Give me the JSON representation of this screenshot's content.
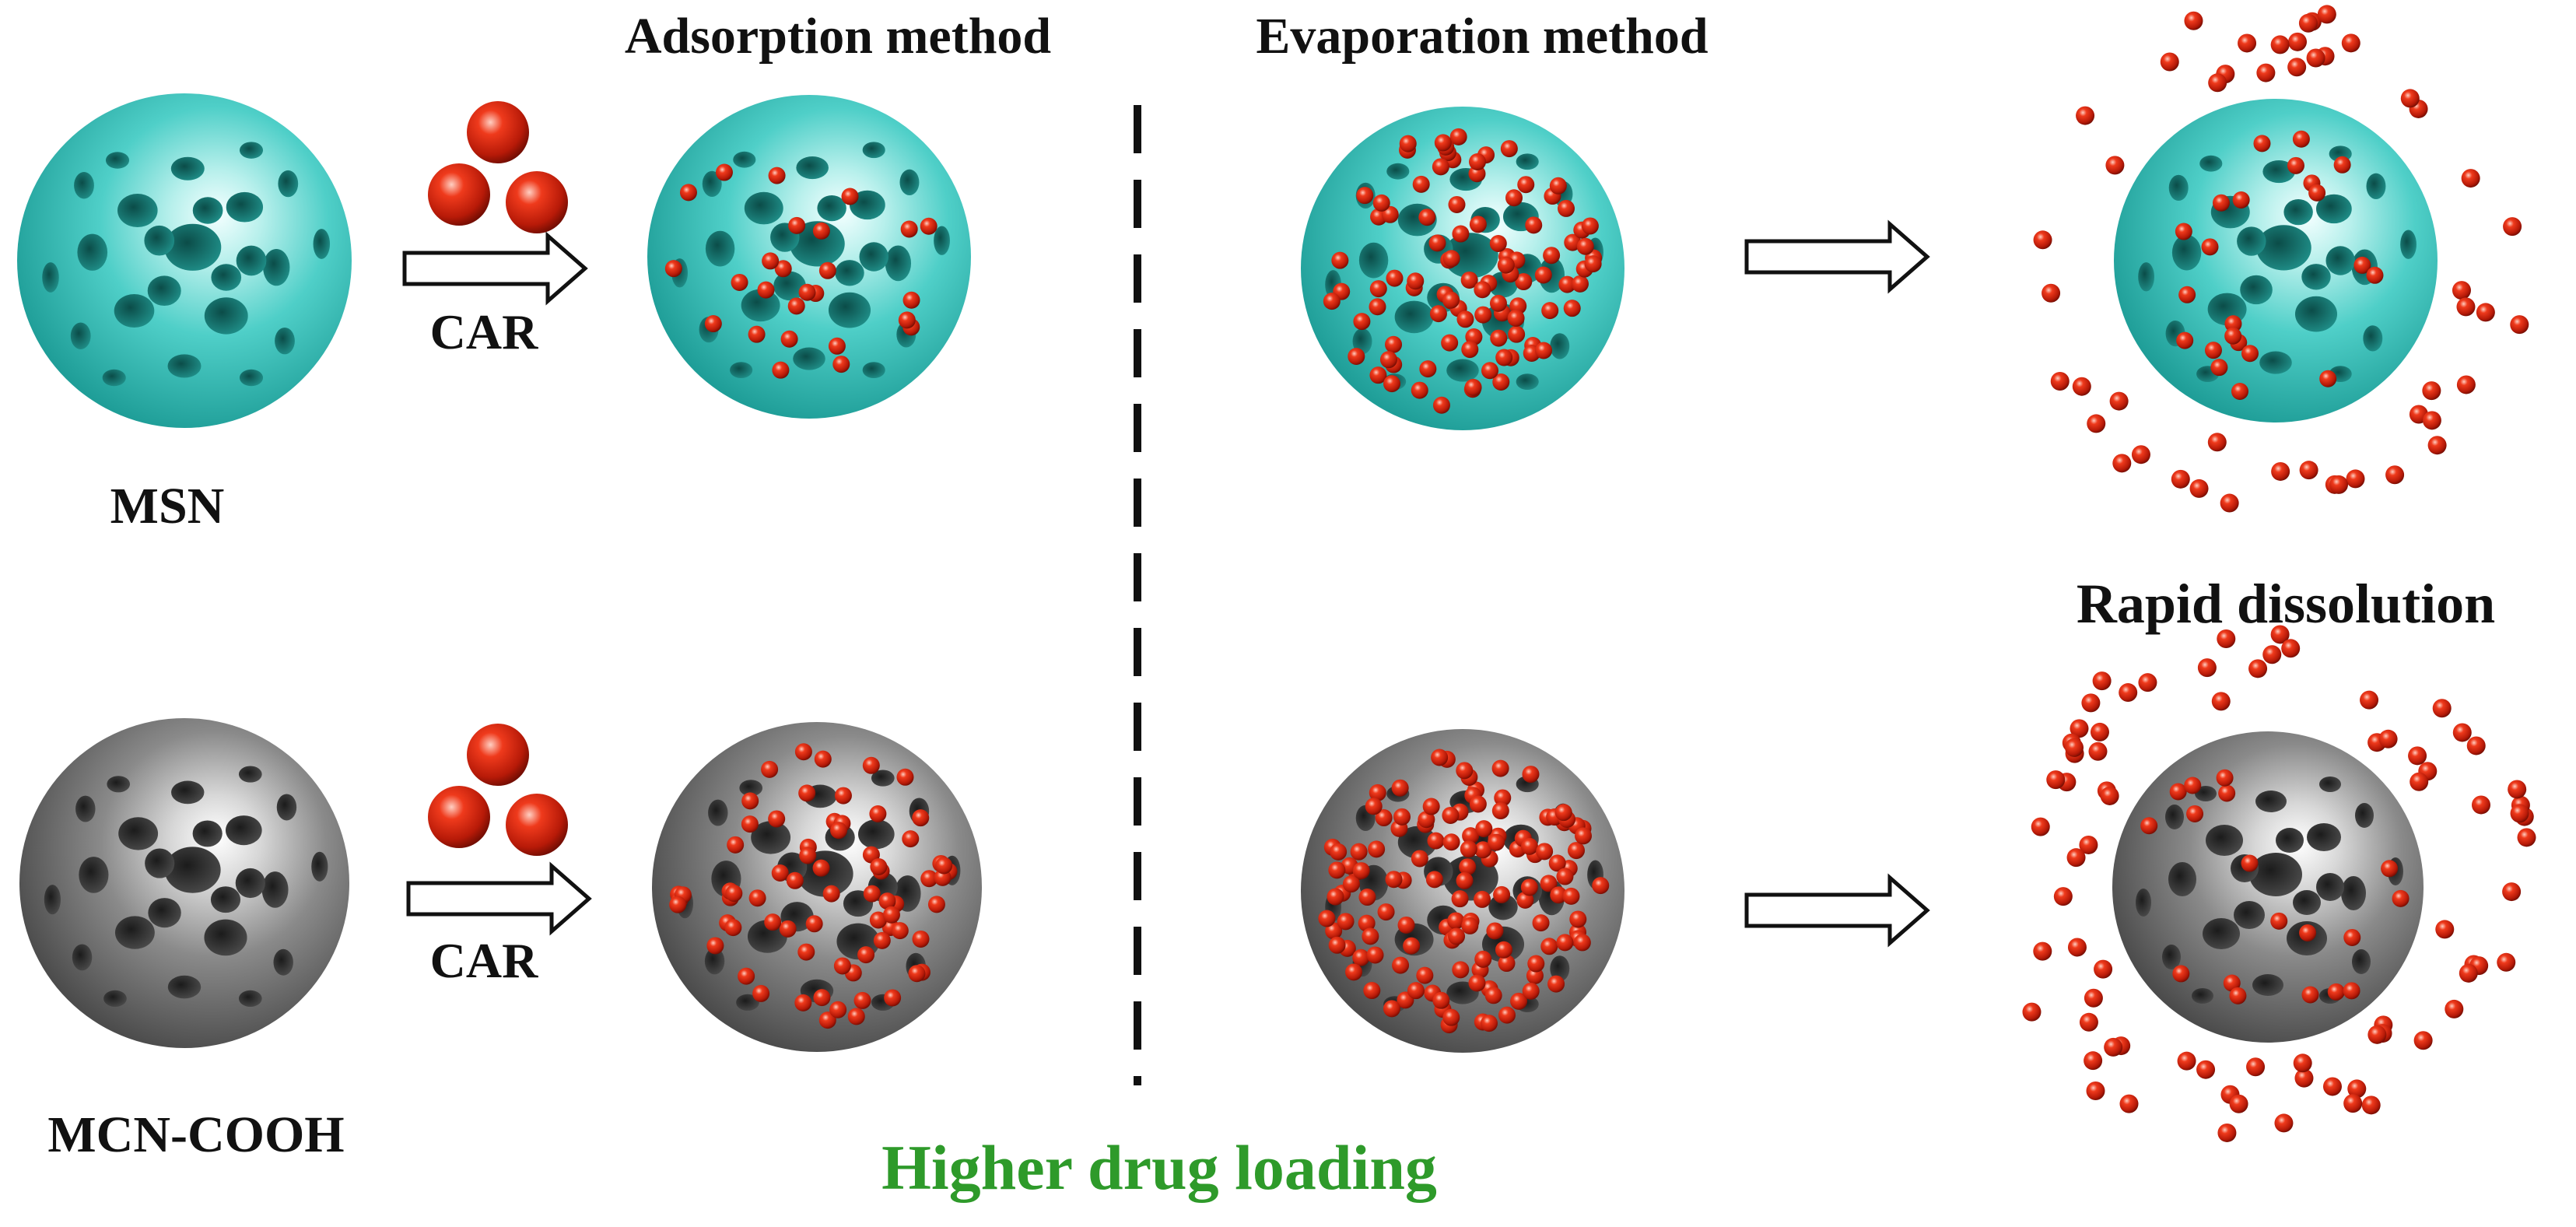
{
  "headings": {
    "adsorption": "Adsorption method",
    "evaporation": "Evaporation method",
    "rapid": "Rapid dissolution",
    "loading": "Higher drug loading"
  },
  "labels": {
    "msn": "MSN",
    "mcn": "MCN-COOH",
    "car_top": "CAR",
    "car_bottom": "CAR"
  },
  "colors": {
    "msn": "#3cc6c0",
    "mcn": "#6e6e6e",
    "drug": "#c0200c",
    "loading_text": "#2e9a2a",
    "text": "#111111"
  },
  "icons": {
    "arrow": "hollow-right-arrow-icon",
    "drug": "red-sphere-icon",
    "divider": "dashed-divider"
  }
}
